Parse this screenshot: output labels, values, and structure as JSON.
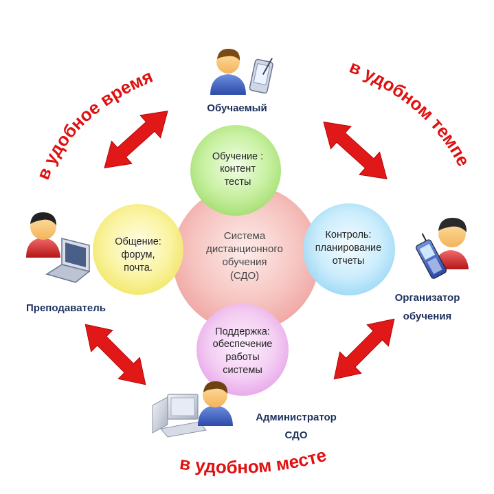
{
  "center": {
    "lines": [
      "Система",
      "дистанционного",
      "обучения",
      "(СДО)"
    ]
  },
  "satellites": {
    "top": {
      "lines": [
        "Обучение :",
        "контент",
        "тесты"
      ]
    },
    "left": {
      "lines": [
        "Общение:",
        "форум,",
        "почта."
      ]
    },
    "right": {
      "lines": [
        "Контроль:",
        "планирование",
        "отчеты"
      ]
    },
    "bottom": {
      "lines": [
        "Поддержка:",
        "обеспечение",
        "работы",
        "системы"
      ]
    }
  },
  "roles": {
    "learner": "Обучаемый",
    "teacher": "Преподаватель",
    "organizer": [
      "Организатор",
      "обучения"
    ],
    "admin": [
      "Администратор",
      "СДО"
    ]
  },
  "arc_labels": {
    "top_left": "в удобное время",
    "top_right": "в удобном темпе",
    "bottom": "в удобном месте"
  },
  "icons": {
    "learner": "person-with-pda-icon",
    "teacher": "person-with-laptop-icon",
    "organizer": "person-with-phone-icon",
    "admin": "person-with-computer-icon"
  },
  "colors": {
    "arrow": "#e01818",
    "arc_text": "#e01010",
    "center": "#f4b6b2",
    "top": "#b7ec8a",
    "left": "#f7f08a",
    "right": "#bfe8fb",
    "bottom": "#f0c0f0"
  }
}
